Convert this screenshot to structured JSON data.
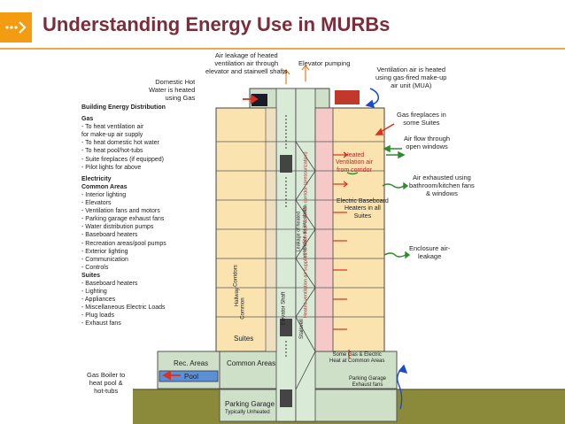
{
  "header": {
    "title": "Understanding Energy Use in MURBs"
  },
  "callouts": {
    "air_leakage": [
      "Air leakage of heated",
      "ventilation air through",
      "elevator and stairwell shafts"
    ],
    "elevator_pumping": "Elevator pumping",
    "domestic_hot_water": [
      "Domestic Hot",
      "Water is heated",
      "using Gas"
    ],
    "ventilation_heated": [
      "Ventilation air is heated",
      "using gas-fired make-up",
      "air unit (MUA)"
    ],
    "gas_fireplaces": [
      "Gas fireplaces in",
      "some Suites"
    ],
    "airflow_windows": [
      "Air flow through",
      "open windows"
    ],
    "air_exhausted": [
      "Air exhausted using",
      "bathroom/kitchen fans",
      "& windows"
    ],
    "heated_vent": [
      "Heated",
      "Ventilation air",
      "from corridor"
    ],
    "electric_baseboard": [
      "Electric Baseboard",
      "Heaters in all",
      "Suites"
    ],
    "enclosure_leakage": [
      "Enclosure air-",
      "leakage"
    ],
    "gas_boiler": [
      "Gas Boiler to",
      "heat pool &",
      "hot-tubs"
    ],
    "some_gas": [
      "Some Gas & Electric",
      "Heat at Common Areas"
    ],
    "parking_exhaust": [
      "Parking Garage",
      "Exhaust fans"
    ]
  },
  "building": {
    "suites": "Suites",
    "rec_areas": "Rec. Areas",
    "common_areas": "Common Areas",
    "pool": "Pool",
    "parking_garage": "Parking Garage",
    "parking_note": "Typically Unheated",
    "vertical_common": "Common",
    "vertical_hallway": "Hallway",
    "vertical_corridors": "Corridors",
    "vertical_elevator": "Elevator Shaft",
    "vertical_leakage": "Leakage of heated ventilation air into shafts",
    "vertical_stairwell": "Stairwell",
    "vertical_heated_supply": "Heated ventilation air supplied to each floor common corridor (pressurization)"
  },
  "distribution": {
    "heading": "Building Energy Distribution",
    "gas_heading": "Gas",
    "gas_items": [
      "- To heat ventilation air",
      "   for make-up air supply",
      "- To heat domestic hot water",
      "- To heat pool/hot-tubs",
      "- Suite fireplaces (if equipped)",
      "- Pilot lights for above"
    ],
    "electricity_heading": "Electricity",
    "common_heading": "Common Areas",
    "common_items": [
      "- Interior lighting",
      "- Elevators",
      "- Ventilation fans and motors",
      "- Parking garage exhaust fans",
      "- Water distribution pumps",
      "- Baseboard heaters",
      "- Recreation areas/pool pumps",
      "- Exterior lighting",
      "- Communication",
      "- Controls"
    ],
    "suites_heading": "Suites",
    "suites_items": [
      "- Baseboard heaters",
      "- Lighting",
      "- Appliances",
      "- Miscellaneous Electric Loads",
      "- Plug loads",
      "- Exhaust fans"
    ]
  },
  "colors": {
    "title": "#7b2d3b",
    "accent": "#f39c12",
    "suite_fill": "#fbe3b0",
    "shaft_fill": "#d9ead7",
    "supply_fill": "#f6c9c9",
    "ground": "#8a8a3a",
    "heat_arrow": "#d9301f",
    "cold_arrow": "#1f49c8",
    "leak_arrow": "#2e8b2e"
  }
}
